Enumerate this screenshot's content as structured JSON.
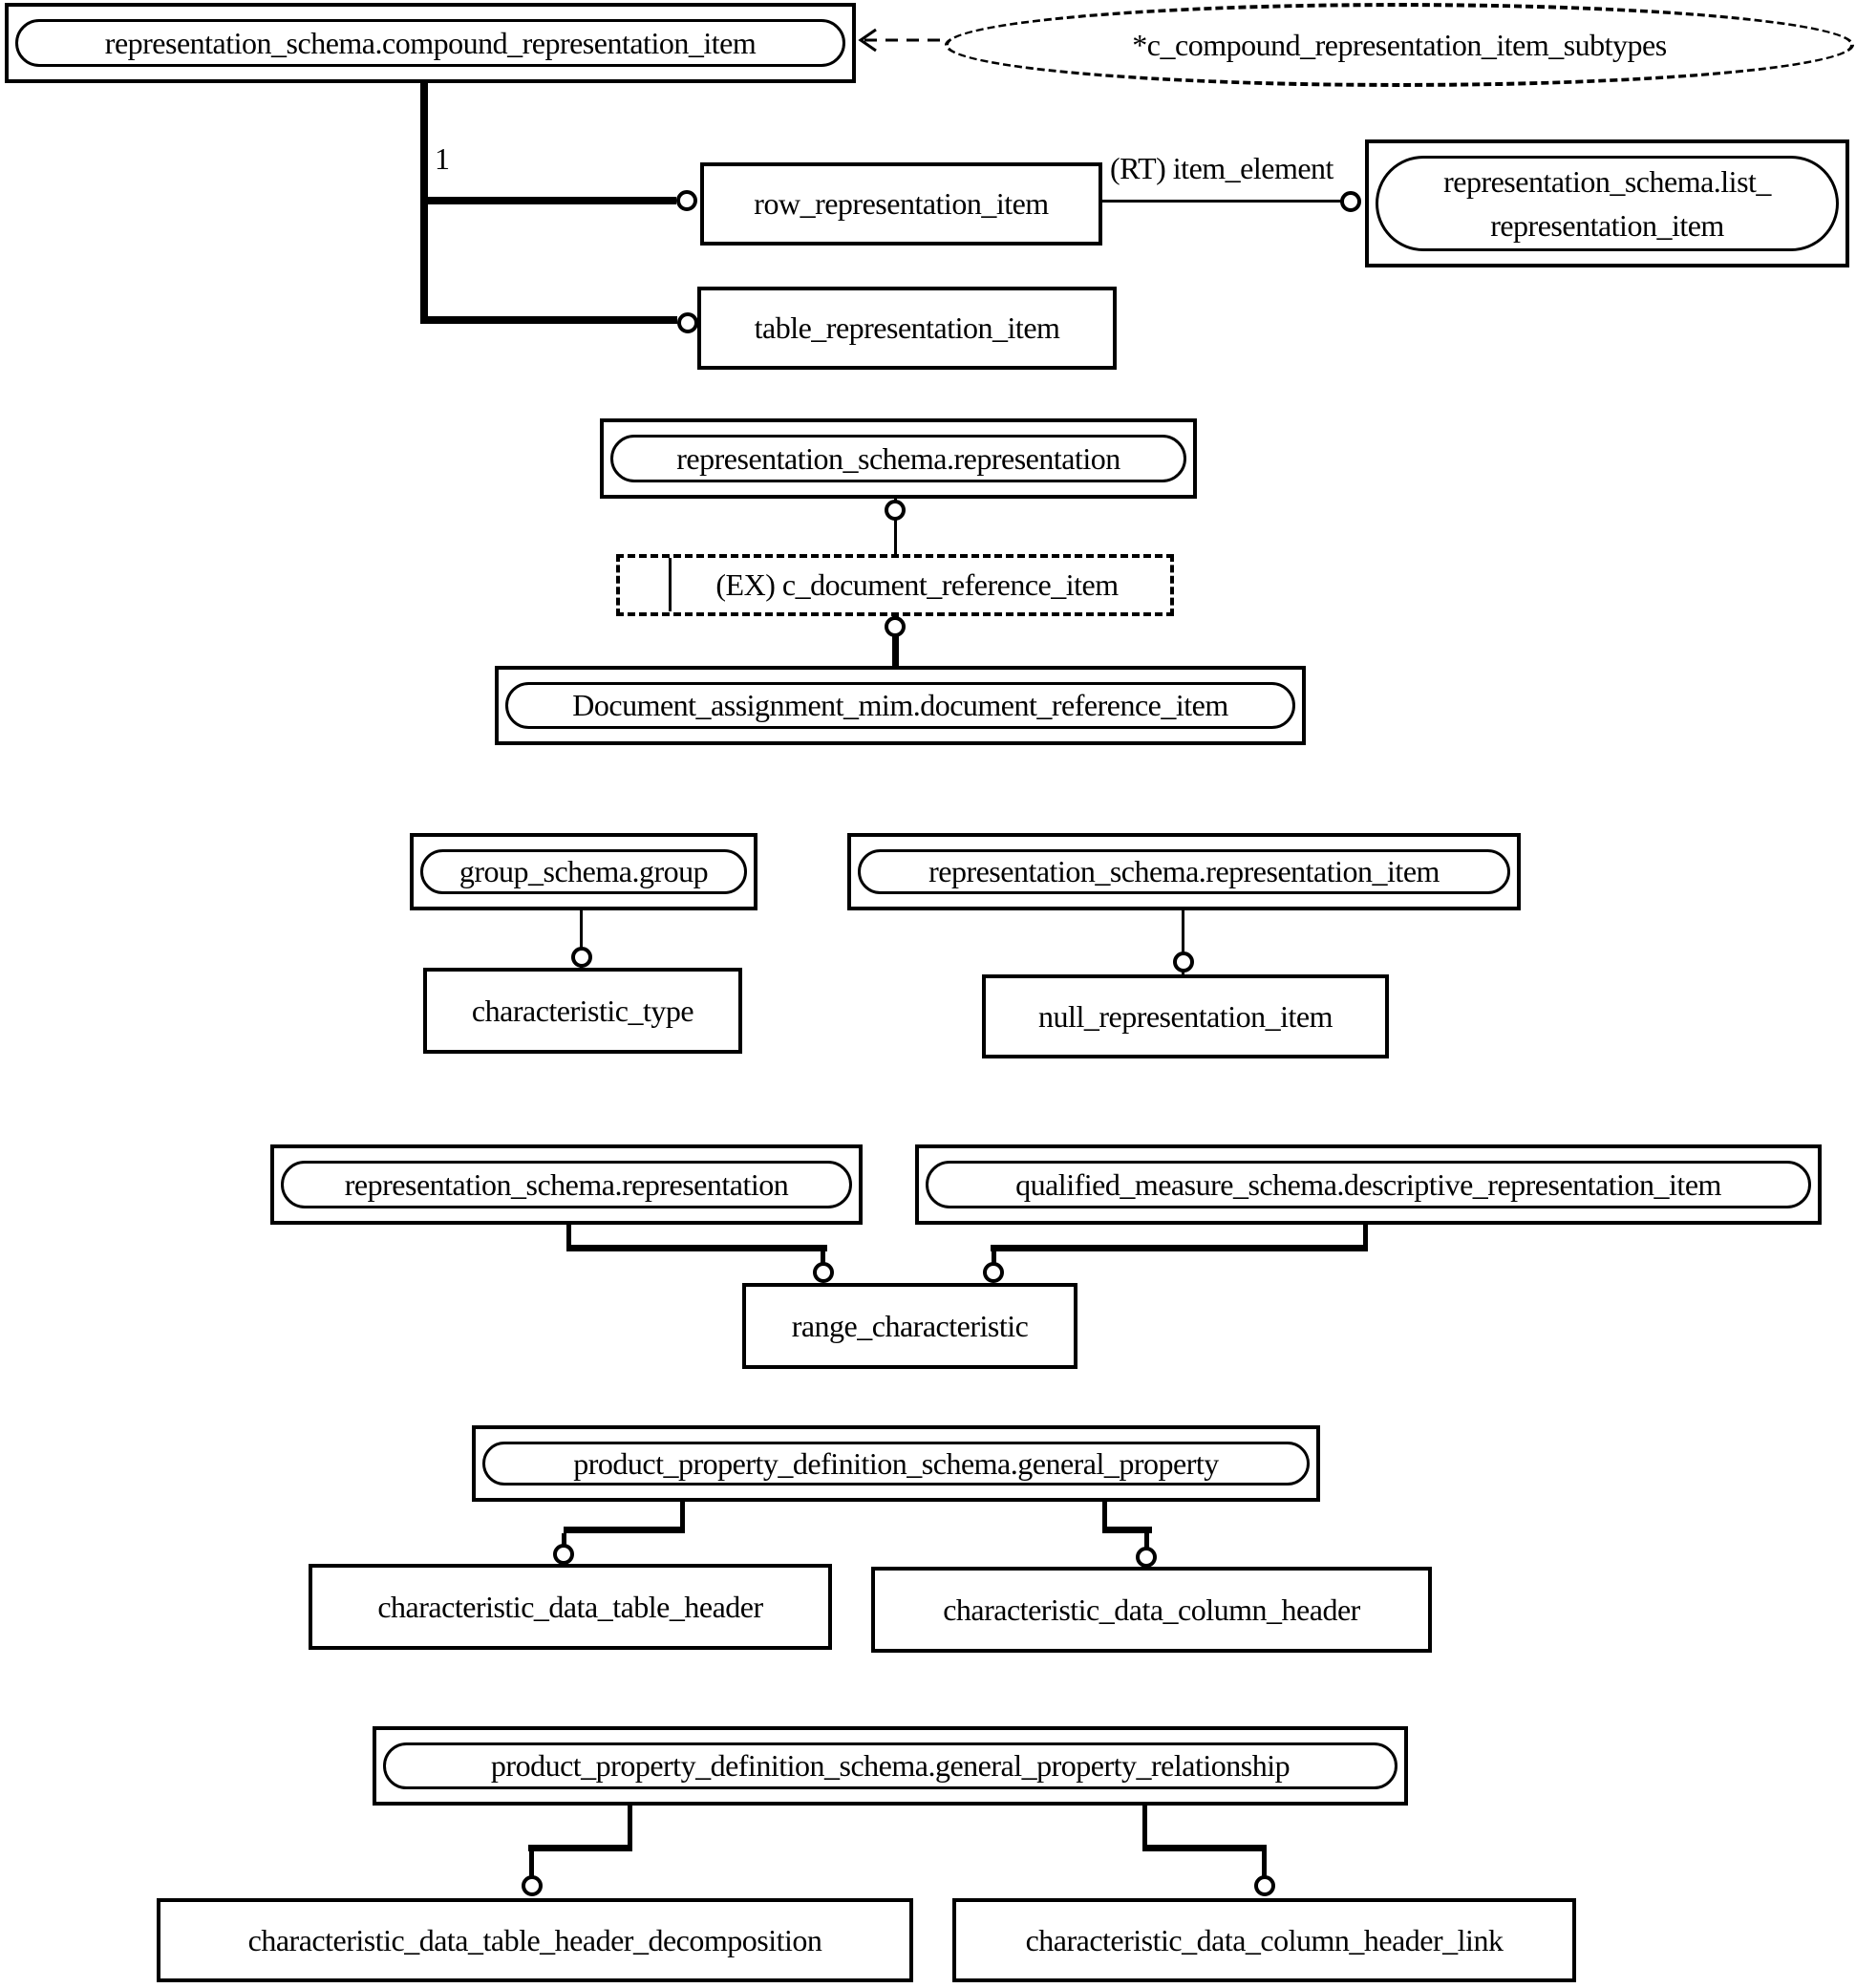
{
  "nodes": {
    "compound": "representation_schema.compound_representation_item",
    "subtypes": "*c_compound_representation_item_subtypes",
    "row": "row_representation_item",
    "table": "table_representation_item",
    "list_line1": "representation_schema.list_",
    "list_line2": "representation_item",
    "representation_top": "representation_schema.representation",
    "document_ref": "(EX) c_document_reference_item",
    "document_assignment": "Document_assignment_mim.document_reference_item",
    "group": "group_schema.group",
    "characteristic_type": "characteristic_type",
    "representation_item": "representation_schema.representation_item",
    "null_representation_item": "null_representation_item",
    "representation_mid": "representation_schema.representation",
    "descriptive": "qualified_measure_schema.descriptive_representation_item",
    "range_characteristic": "range_characteristic",
    "general_property": "product_property_definition_schema.general_property",
    "table_header": "characteristic_data_table_header",
    "column_header": "characteristic_data_column_header",
    "general_property_relationship": "product_property_definition_schema.general_property_relationship",
    "table_header_decomposition": "characteristic_data_table_header_decomposition",
    "column_header_link": "characteristic_data_column_header_link"
  },
  "labels": {
    "cardinality": "1",
    "relation": "(RT) item_element"
  },
  "colors": {
    "ink": "#000000",
    "paper": "#ffffff"
  }
}
